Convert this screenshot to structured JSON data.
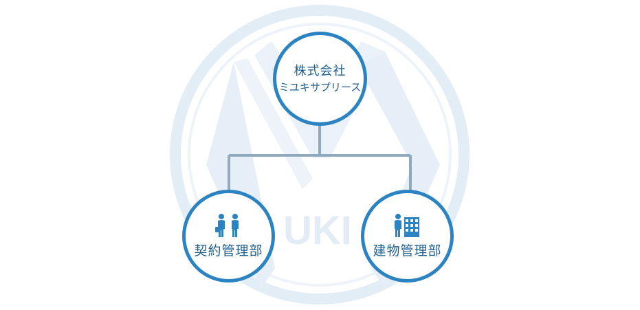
{
  "colors": {
    "accent": "#2c83c2",
    "connector": "#8fa9bd",
    "watermark": "#e3edf6",
    "text": "#1f5f8f"
  },
  "watermark": {
    "text": "UKI"
  },
  "org": {
    "root": {
      "line1": "株式会社",
      "line2": "ミユキサプリース"
    },
    "departments": [
      {
        "label": "契約管理部",
        "icon": "people-meeting-icon"
      },
      {
        "label": "建物管理部",
        "icon": "building-person-icon"
      }
    ]
  }
}
